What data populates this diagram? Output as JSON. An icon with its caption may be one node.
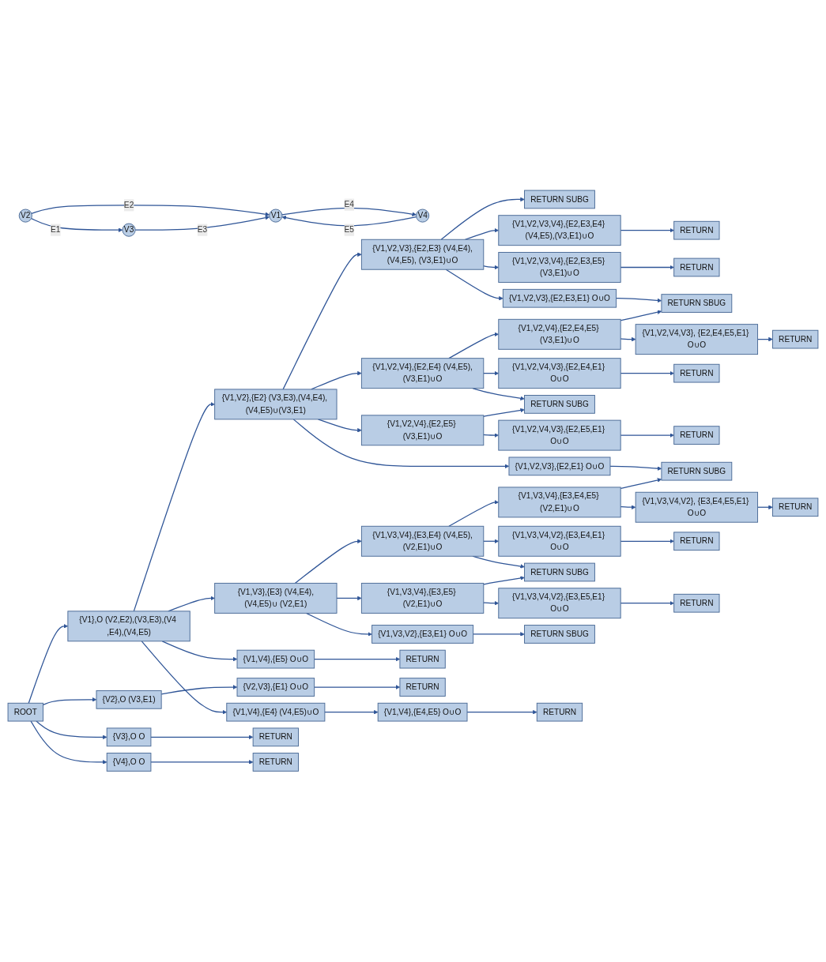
{
  "diagram": {
    "nodes": [
      {
        "text": [
          "V2"
        ]
      },
      {
        "text": [
          "V4"
        ]
      },
      {
        "text": [
          "V3"
        ]
      },
      {
        "text": [
          "V1"
        ]
      },
      {
        "text": [
          "ROOT"
        ]
      },
      {
        "text": [
          "{V1},O (V2,E2),(V3,E3),(V4 ,E4),(V4,E5)"
        ]
      },
      {
        "text": [
          "{V1,V2},{E2} (V3,E3),(V4,E4), (V4,E5)∪(V3,E1)"
        ]
      },
      {
        "text": [
          "RETURN SUBG"
        ]
      },
      {
        "text": [
          "{V1,V2,V3},{E2,E3} (V4,E4),(V4,E5), (V3,E1)∪O"
        ]
      },
      {
        "text": [
          "{V1,V2,V3,V4},{E2,E3,E4} (V4,E5),(V3,E1)∪O"
        ]
      },
      {
        "text": [
          "RETURN"
        ]
      },
      {
        "text": [
          "{V1,V2,V3,V4},{E2,E3,E5} (V3,E1)∪O"
        ]
      },
      {
        "text": [
          "RETURN"
        ]
      },
      {
        "text": [
          "{V1,V2,V3},{E2,E3,E1} O∪O"
        ]
      },
      {
        "text": [
          "RETURN SBUG"
        ]
      },
      {
        "text": [
          "{V1,V2,V4},{E2,E4} (V4,E5),(V3,E1)∪O"
        ]
      },
      {
        "text": [
          "{V1,V2,V4},{E2,E4,E5} (V3,E1)∪O"
        ]
      },
      {
        "text": [
          "{V1,V2,V4,V3}, {E2,E4,E5,E1} O∪O"
        ]
      },
      {
        "text": [
          "RETURN"
        ]
      },
      {
        "text": [
          "{V1,V2,V4,V3},{E2,E4,E1} O∪O"
        ]
      },
      {
        "text": [
          "RETURN"
        ]
      },
      {
        "text": [
          "RETURN SUBG"
        ]
      },
      {
        "text": [
          "{V1,V2,V4},{E2,E5} (V3,E1)∪O"
        ]
      },
      {
        "text": [
          "{V1,V2,V4,V3},{E2,E5,E1} O∪O"
        ]
      },
      {
        "text": [
          "RETURN"
        ]
      },
      {
        "text": [
          "{V1,V2,V3},{E2,E1} O∪O"
        ]
      },
      {
        "text": [
          "RETURN SUBG"
        ]
      },
      {
        "text": [
          "{V1,V3},{E3} (V4,E4),(V4,E5)∪ (V2,E1)"
        ]
      },
      {
        "text": [
          "{V1,V3,V4},{E3,E4} (V4,E5),(V2,E1)∪O"
        ]
      },
      {
        "text": [
          "{V1,V3,V4},{E3,E4,E5} (V2,E1)∪O"
        ]
      },
      {
        "text": [
          "{V1,V3,V4,V2}, {E3,E4,E5,E1} O∪O"
        ]
      },
      {
        "text": [
          "RETURN"
        ]
      },
      {
        "text": [
          "{V1,V3,V4,V2},{E3,E4,E1} O∪O"
        ]
      },
      {
        "text": [
          "RETURN"
        ]
      },
      {
        "text": [
          "RETURN SUBG"
        ]
      },
      {
        "text": [
          "{V1,V3,V4},{E3,E5} (V2,E1)∪O"
        ]
      },
      {
        "text": [
          "{V1,V3,V4,V2},{E3,E5,E1} O∪O"
        ]
      },
      {
        "text": [
          "RETURN"
        ]
      },
      {
        "text": [
          "{V1,V3,V2},{E3,E1} O∪O"
        ]
      },
      {
        "text": [
          "RETURN SBUG"
        ]
      },
      {
        "text": [
          "{V1,V4},{E4} (V4,E5)∪O"
        ]
      },
      {
        "text": [
          "{V1,V4},{E4,E5} O∪O"
        ]
      },
      {
        "text": [
          "RETURN"
        ]
      },
      {
        "text": [
          "{V1,V4},{E5} O∪O"
        ]
      },
      {
        "text": [
          "RETURN"
        ]
      },
      {
        "text": [
          "{V2},O (V3,E1)"
        ]
      },
      {
        "text": [
          "{V2,V3},{E1} O∪O"
        ]
      },
      {
        "text": [
          "RETURN"
        ]
      },
      {
        "text": [
          "{V3},O O"
        ]
      },
      {
        "text": [
          "RETURN"
        ]
      },
      {
        "text": [
          "{V4},O O"
        ]
      },
      {
        "text": [
          "RETURN"
        ]
      }
    ],
    "edges": [
      {
        "from": 0,
        "to": 2,
        "arrow": "to",
        "label": "E1"
      },
      {
        "from": 0,
        "to": 3,
        "arrow": "to",
        "label": "E2"
      },
      {
        "from": 2,
        "to": 3,
        "arrow": "to",
        "label": "E3"
      },
      {
        "from": 3,
        "to": 1,
        "arrow": "to",
        "label": "E4"
      },
      {
        "from": 1,
        "to": 3,
        "arrow": "to",
        "label": "E5"
      },
      {
        "from": 4,
        "to": 5,
        "arrow": "to"
      },
      {
        "from": 4,
        "to": 45,
        "arrow": "to"
      },
      {
        "from": 4,
        "to": 48,
        "arrow": "to"
      },
      {
        "from": 4,
        "to": 50,
        "arrow": "to"
      },
      {
        "from": 5,
        "to": 6,
        "arrow": "to"
      },
      {
        "from": 5,
        "to": 27,
        "arrow": "to"
      },
      {
        "from": 5,
        "to": 40,
        "arrow": "to"
      },
      {
        "from": 5,
        "to": 43,
        "arrow": "to"
      },
      {
        "from": 6,
        "to": 8,
        "arrow": "to"
      },
      {
        "from": 6,
        "to": 15,
        "arrow": "to"
      },
      {
        "from": 6,
        "to": 22,
        "arrow": "to"
      },
      {
        "from": 6,
        "to": 25,
        "arrow": "to"
      },
      {
        "from": 8,
        "to": 7,
        "arrow": "to"
      },
      {
        "from": 8,
        "to": 9,
        "arrow": "to"
      },
      {
        "from": 8,
        "to": 11,
        "arrow": "to"
      },
      {
        "from": 8,
        "to": 13,
        "arrow": "to"
      },
      {
        "from": 9,
        "to": 10,
        "arrow": "to"
      },
      {
        "from": 11,
        "to": 12,
        "arrow": "to"
      },
      {
        "from": 13,
        "to": 14,
        "arrow": "to"
      },
      {
        "from": 15,
        "to": 16,
        "arrow": "to"
      },
      {
        "from": 15,
        "to": 19,
        "arrow": "to"
      },
      {
        "from": 15,
        "to": 21,
        "arrow": "to"
      },
      {
        "from": 16,
        "to": 17,
        "arrow": "to"
      },
      {
        "from": 16,
        "to": 14,
        "arrow": "to"
      },
      {
        "from": 17,
        "to": 18,
        "arrow": "to"
      },
      {
        "from": 19,
        "to": 20,
        "arrow": "to"
      },
      {
        "from": 22,
        "to": 21,
        "arrow": "to"
      },
      {
        "from": 22,
        "to": 23,
        "arrow": "to"
      },
      {
        "from": 23,
        "to": 24,
        "arrow": "to"
      },
      {
        "from": 25,
        "to": 26,
        "arrow": "to"
      },
      {
        "from": 27,
        "to": 28,
        "arrow": "to"
      },
      {
        "from": 27,
        "to": 35,
        "arrow": "to"
      },
      {
        "from": 27,
        "to": 38,
        "arrow": "to"
      },
      {
        "from": 28,
        "to": 29,
        "arrow": "to"
      },
      {
        "from": 28,
        "to": 32,
        "arrow": "to"
      },
      {
        "from": 28,
        "to": 34,
        "arrow": "to"
      },
      {
        "from": 29,
        "to": 26,
        "arrow": "to"
      },
      {
        "from": 29,
        "to": 30,
        "arrow": "to"
      },
      {
        "from": 30,
        "to": 31,
        "arrow": "to"
      },
      {
        "from": 32,
        "to": 33,
        "arrow": "to"
      },
      {
        "from": 35,
        "to": 34,
        "arrow": "to"
      },
      {
        "from": 35,
        "to": 36,
        "arrow": "to"
      },
      {
        "from": 36,
        "to": 37,
        "arrow": "to"
      },
      {
        "from": 38,
        "to": 39,
        "arrow": "to"
      },
      {
        "from": 40,
        "to": 41,
        "arrow": "to"
      },
      {
        "from": 41,
        "to": 42,
        "arrow": "to"
      },
      {
        "from": 43,
        "to": 44,
        "arrow": "to"
      },
      {
        "from": 45,
        "to": 46,
        "arrow": "to"
      },
      {
        "from": 46,
        "to": 47,
        "arrow": "to"
      },
      {
        "from": 48,
        "to": 49,
        "arrow": "to"
      },
      {
        "from": 50,
        "to": 51,
        "arrow": "to"
      }
    ]
  }
}
